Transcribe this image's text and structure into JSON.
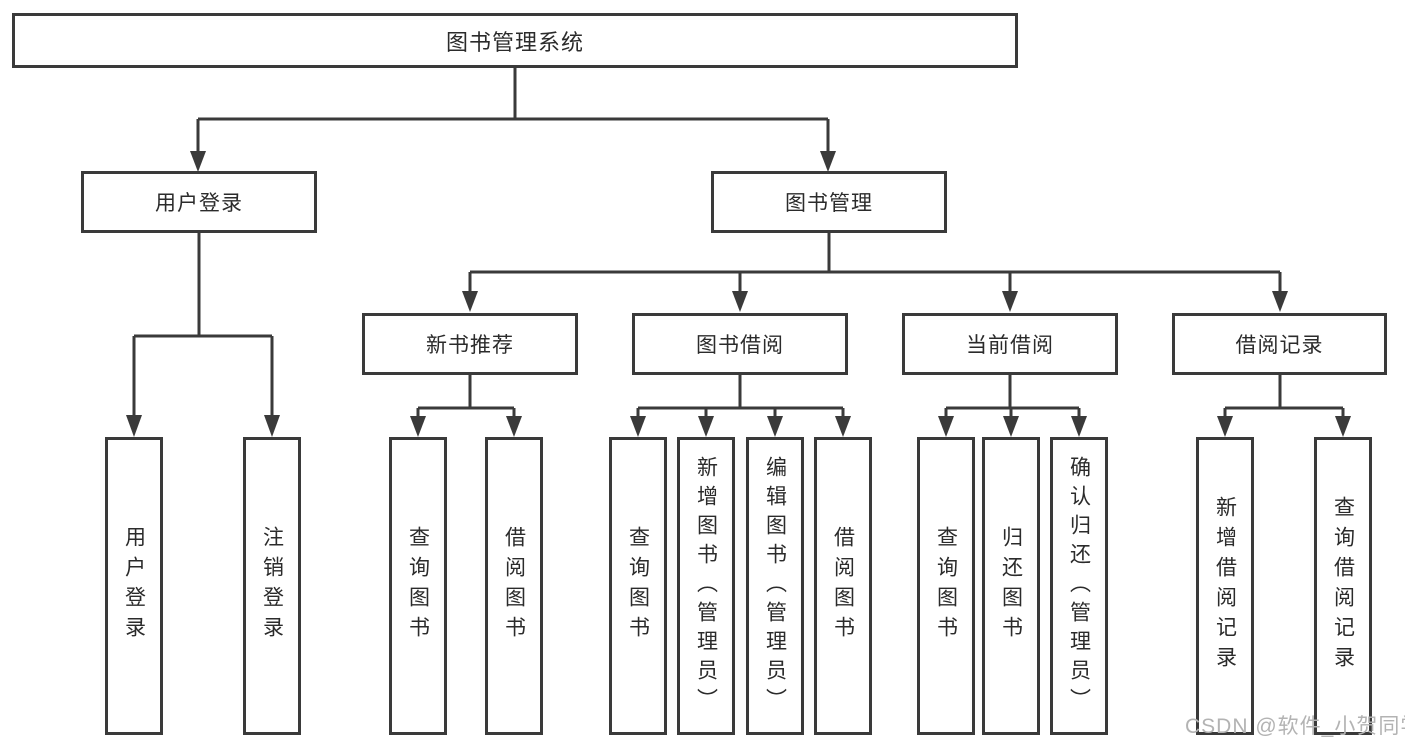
{
  "diagram": {
    "root": {
      "label": "图书管理系统"
    },
    "branches": [
      {
        "label": "用户登录",
        "children": [
          {
            "label": "用户登录"
          },
          {
            "label": "注销登录"
          }
        ]
      },
      {
        "label": "图书管理",
        "children": [
          {
            "label": "新书推荐",
            "children": [
              {
                "label": "查询图书"
              },
              {
                "label": "借阅图书"
              }
            ]
          },
          {
            "label": "图书借阅",
            "children": [
              {
                "label": "查询图书"
              },
              {
                "label": "新增图书（管理员）"
              },
              {
                "label": "编辑图书（管理员）"
              },
              {
                "label": "借阅图书"
              }
            ]
          },
          {
            "label": "当前借阅",
            "children": [
              {
                "label": "查询图书"
              },
              {
                "label": "归还图书"
              },
              {
                "label": "确认归还（管理员）"
              }
            ]
          },
          {
            "label": "借阅记录",
            "children": [
              {
                "label": "新增借阅记录"
              },
              {
                "label": "查询借阅记录"
              }
            ]
          }
        ]
      }
    ],
    "watermark": "CSDN @软件_小贺同学",
    "colors": {
      "line": "#3a3a3a",
      "text": "#2b2b2b",
      "watermark": "#b3b3b3",
      "background": "#ffffff"
    }
  }
}
